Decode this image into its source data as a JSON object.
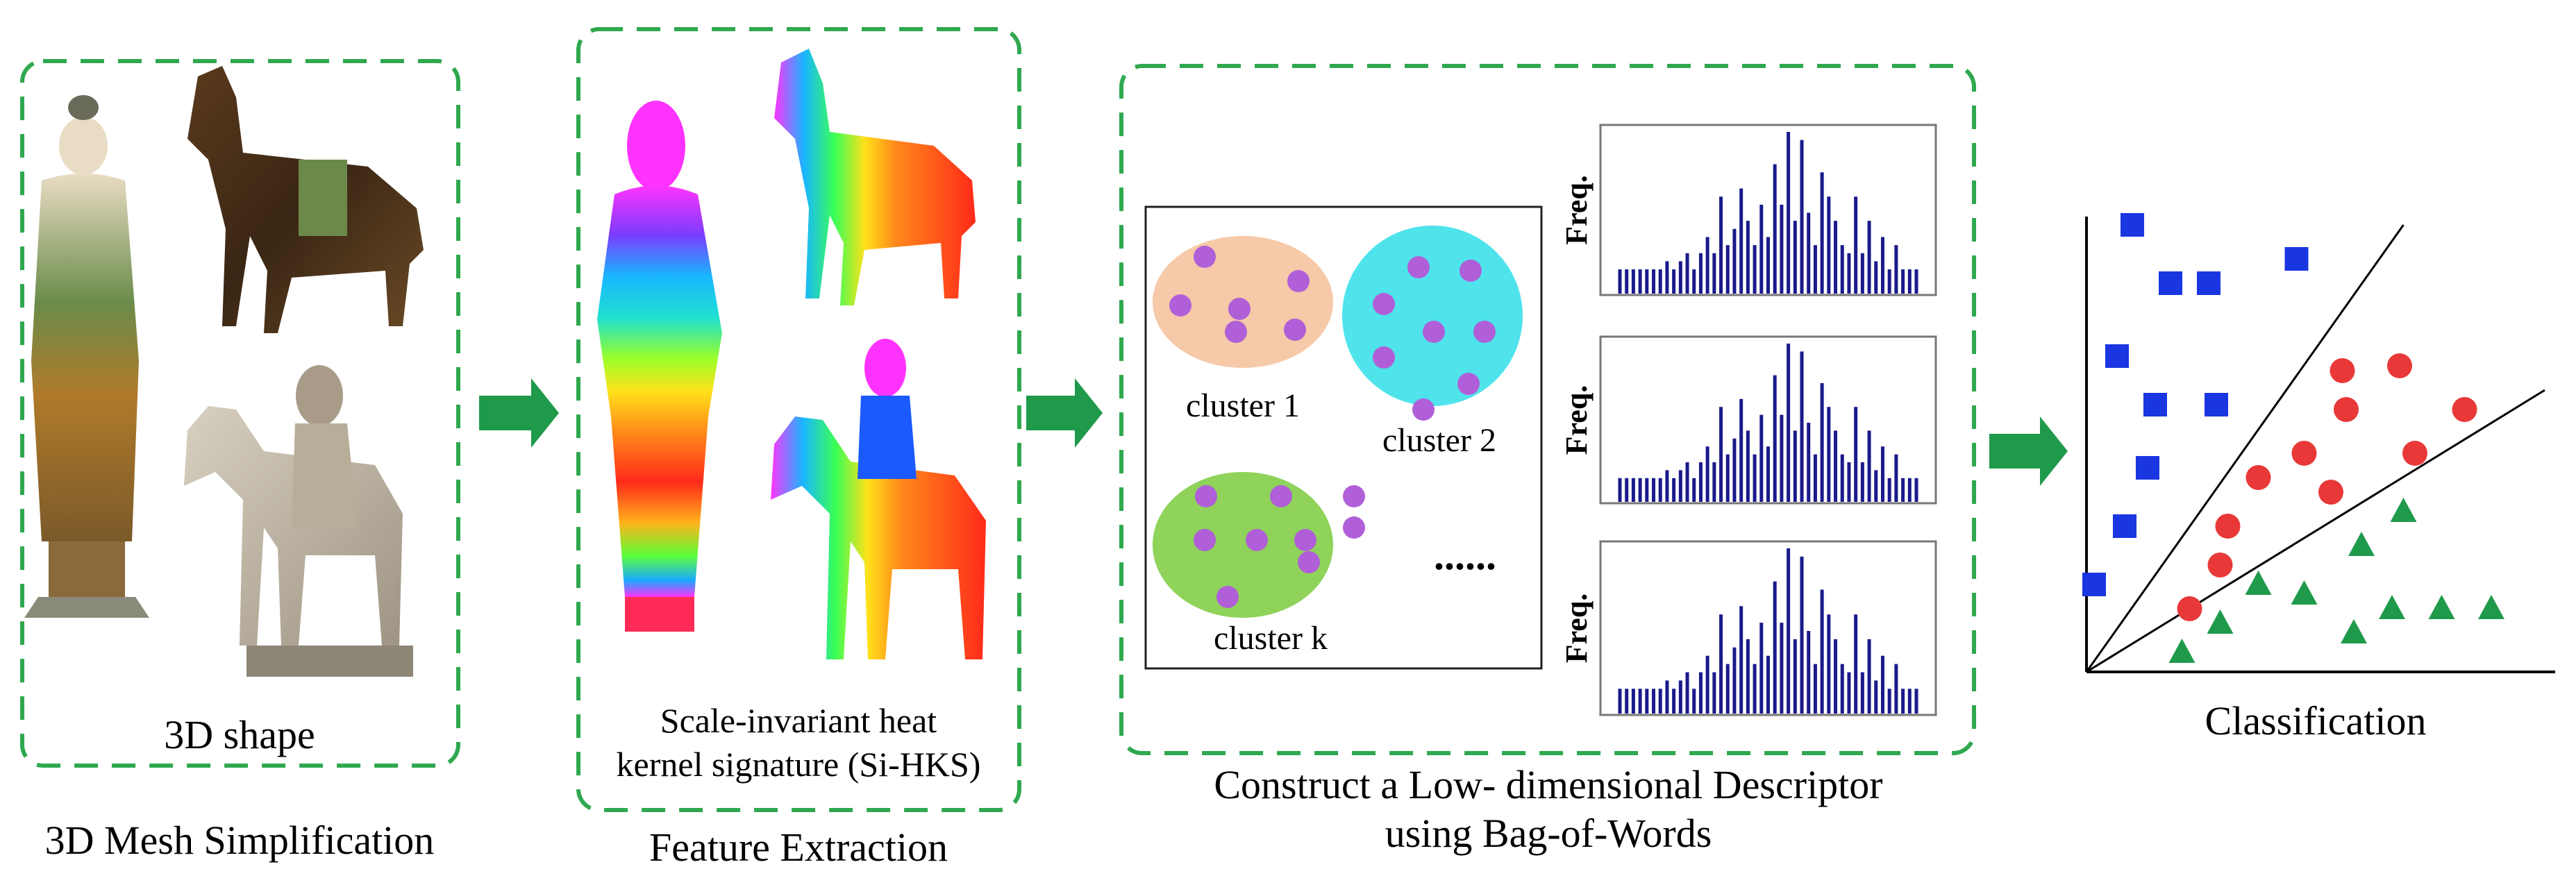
{
  "stages": {
    "mesh": {
      "inner_label": "3D shape",
      "caption": "3D Mesh Simplification"
    },
    "feature": {
      "inner_label_line1": "Scale-invariant heat",
      "inner_label_line2": "kernel signature (Si-HKS)",
      "caption": "Feature Extraction"
    },
    "bow": {
      "clusters": [
        "cluster 1",
        "cluster 2",
        "cluster k"
      ],
      "ellipsis": "......",
      "histogram_ylabel": "Freq.",
      "caption_line1": "Construct a Low- dimensional Descriptor",
      "caption_line2": "using Bag-of-Words"
    },
    "classification": {
      "caption": "Classification"
    }
  },
  "colors": {
    "dash_border": "#2fa84f",
    "arrow": "#1f9a4b",
    "cluster1_fill": "#f6c9a8",
    "cluster2_fill": "#4fe3ec",
    "cluster3_fill": "#8fd35a",
    "cluster_points": "#b05fd8",
    "histogram_bars": "#1a1a8c",
    "class_square": "#1a36e0",
    "class_circle": "#e83838",
    "class_triangle": "#1f9a4b"
  },
  "chart_data": {
    "type": "scatter",
    "title": "",
    "xlabel": "",
    "ylabel": "",
    "series": [
      {
        "marker": "square",
        "color": "#1a36e0",
        "x": [
          0.12,
          0.22,
          0.32,
          0.55,
          0.08,
          0.18,
          0.34,
          0.16,
          0.1,
          0.02
        ],
        "y": [
          0.92,
          0.8,
          0.8,
          0.85,
          0.65,
          0.55,
          0.55,
          0.42,
          0.3,
          0.18
        ]
      },
      {
        "marker": "circle",
        "color": "#e83838",
        "x": [
          0.67,
          0.82,
          0.68,
          0.99,
          0.57,
          0.86,
          0.45,
          0.64,
          0.37,
          0.35,
          0.27
        ],
        "y": [
          0.62,
          0.63,
          0.54,
          0.54,
          0.45,
          0.45,
          0.4,
          0.37,
          0.3,
          0.22,
          0.13
        ]
      },
      {
        "marker": "triangle",
        "color": "#1f9a4b",
        "x": [
          0.83,
          0.72,
          0.45,
          0.57,
          0.8,
          0.93,
          1.06,
          0.35,
          0.7,
          0.25
        ],
        "y": [
          0.33,
          0.26,
          0.18,
          0.16,
          0.13,
          0.13,
          0.13,
          0.1,
          0.08,
          0.04
        ]
      }
    ],
    "decision_lines": [
      {
        "from": [
          0,
          0
        ],
        "to": [
          0.83,
          0.92
        ]
      },
      {
        "from": [
          0,
          0
        ],
        "to": [
          1.2,
          0.58
        ]
      }
    ],
    "grid": false,
    "legend": "none"
  },
  "histogram_data": {
    "type": "bar",
    "note_ylabel": "Freq.",
    "values": [
      0.15,
      0.15,
      0.15,
      0.15,
      0.15,
      0.15,
      0.15,
      0.2,
      0.15,
      0.2,
      0.25,
      0.15,
      0.25,
      0.35,
      0.25,
      0.6,
      0.3,
      0.4,
      0.65,
      0.45,
      0.3,
      0.55,
      0.35,
      0.8,
      0.55,
      1.0,
      0.45,
      0.95,
      0.5,
      0.3,
      0.75,
      0.6,
      0.45,
      0.3,
      0.25,
      0.6,
      0.25,
      0.45,
      0.2,
      0.35,
      0.15,
      0.3,
      0.15,
      0.15,
      0.15
    ]
  }
}
